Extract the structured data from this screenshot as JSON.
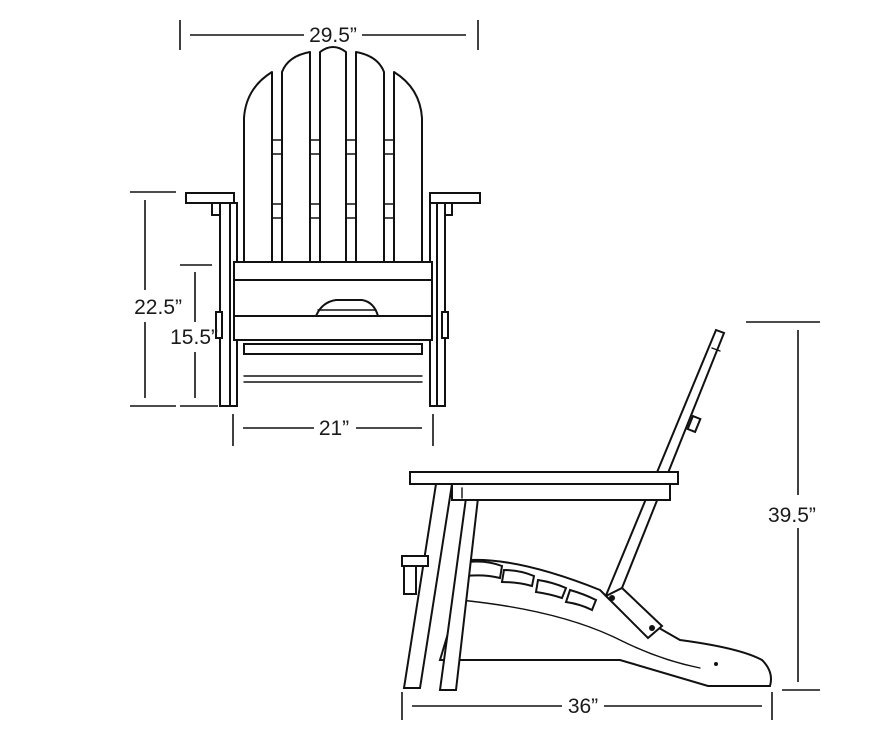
{
  "dimensions": {
    "front_width": "29.5”",
    "arm_height": "22.5”",
    "seat_height": "15.5”",
    "seat_width": "21”",
    "side_height": "39.5”",
    "side_depth": "36”"
  }
}
